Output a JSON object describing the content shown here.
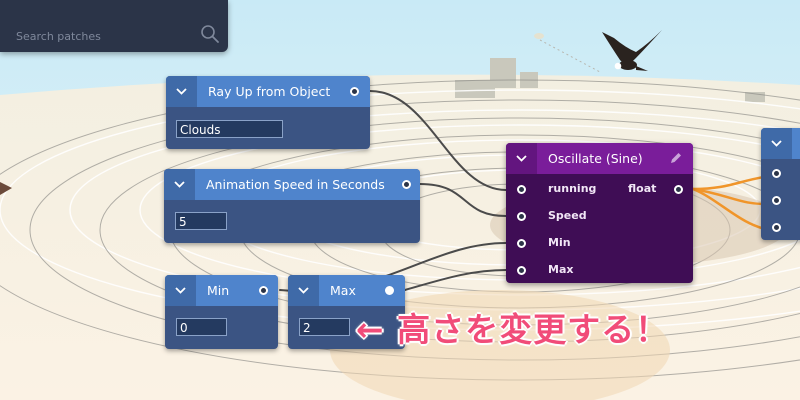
{
  "search": {
    "placeholder": "Search patches"
  },
  "nodes": {
    "ray_up": {
      "title": "Ray Up from Object",
      "value": "Clouds"
    },
    "anim_speed": {
      "title": "Animation Speed in Seconds",
      "value": "5"
    },
    "min": {
      "title": "Min",
      "value": "0"
    },
    "max": {
      "title": "Max",
      "value": "2"
    }
  },
  "oscillate": {
    "title": "Oscillate (Sine)",
    "inputs": [
      "running",
      "Speed",
      "Min",
      "Max"
    ],
    "output": "float"
  },
  "annotation": {
    "text": "← 高さを変更する！"
  },
  "colors": {
    "node_body": "#3b5483",
    "node_header": "#4f84cc",
    "oscillate_header": "#7a1d9a",
    "oscillate_body": "#3f0d55",
    "annotation": "#f14c79",
    "wire_orange": "#f0952a"
  },
  "icons": [
    "search-icon",
    "chevron-down-icon",
    "pencil-icon",
    "eagle-icon"
  ]
}
